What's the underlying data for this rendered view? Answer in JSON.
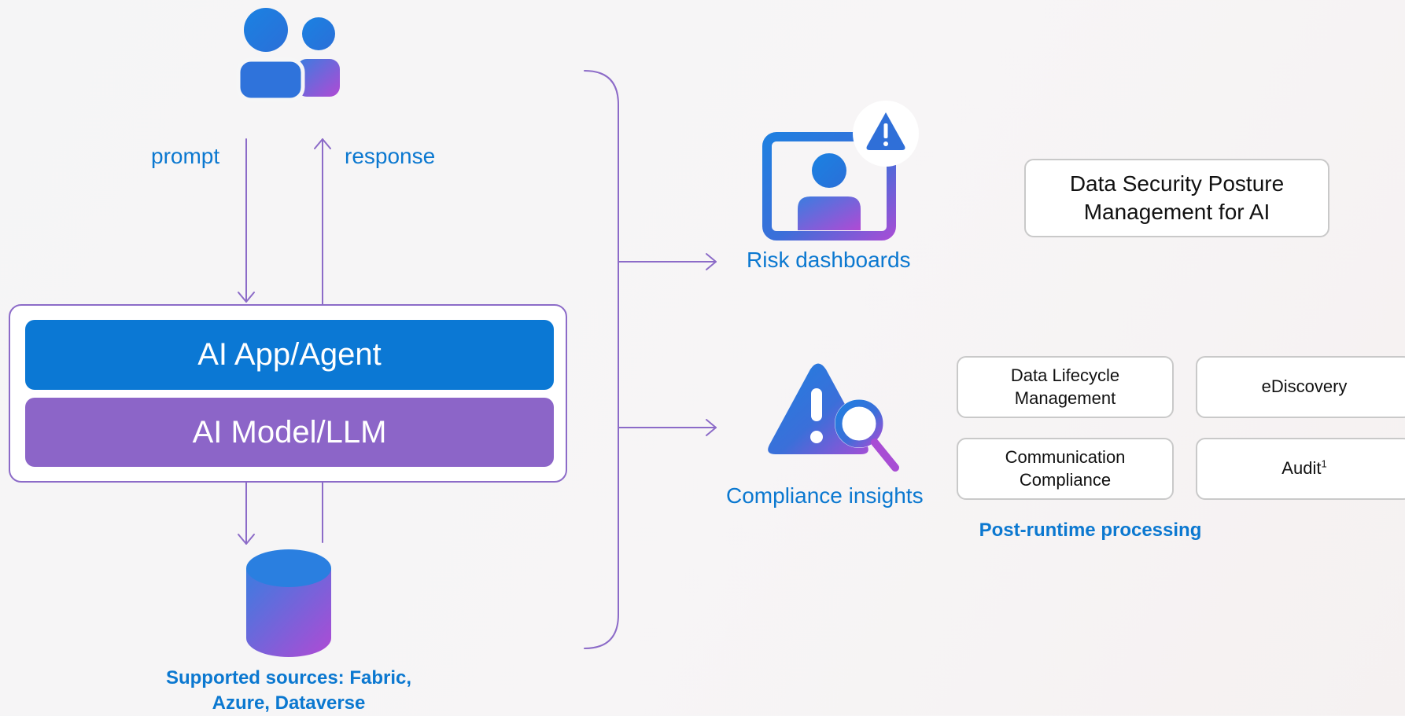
{
  "flow": {
    "prompt_label": "prompt",
    "response_label": "response"
  },
  "core": {
    "app_label": "AI App/Agent",
    "model_label": "AI Model/LLM"
  },
  "sources": {
    "caption_line1": "Supported sources: Fabric,",
    "caption_line2": "Azure, Dataverse"
  },
  "outputs": {
    "risk_dashboards": "Risk dashboards",
    "compliance_insights": "Compliance insights"
  },
  "dspm_box": {
    "line1": "Data Security Posture",
    "line2": "Management for AI"
  },
  "post_runtime": {
    "caption": "Post-runtime processing",
    "tiles": [
      {
        "line1": "Data Lifecycle",
        "line2": "Management"
      },
      {
        "line1": "eDiscovery",
        "line2": ""
      },
      {
        "line1": "Communication",
        "line2": "Compliance"
      },
      {
        "line1": "Audit",
        "line2": "",
        "superscript": "1"
      }
    ]
  },
  "icons": [
    "users-icon",
    "database-icon",
    "risk-dashboard-icon",
    "warning-badge-icon",
    "compliance-search-icon"
  ],
  "colors": {
    "blue": "#0b78d4",
    "purple": "#8c65c8",
    "connector": "#8c6bc8",
    "label_blue": "#0b78d0"
  }
}
